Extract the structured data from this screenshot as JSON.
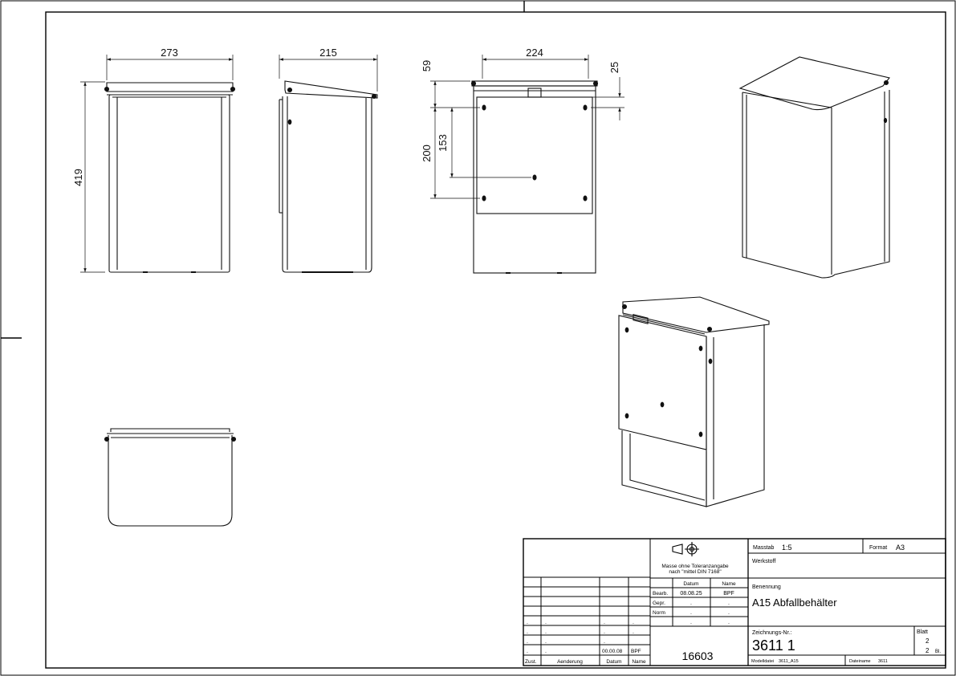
{
  "dimensions": {
    "front_width": "273",
    "height": "419",
    "side_depth": "215",
    "back_width": "224",
    "back_top": "59",
    "back_right_offset": "25",
    "back_hole_outer": "200",
    "back_hole_inner": "153"
  },
  "title_block": {
    "masstab_label": "Masstab",
    "masstab_value": "1:5",
    "format_label": "Format",
    "format_value": "A3",
    "werkstoff_label": "Werkstoff",
    "benennung_label": "Benennung",
    "benennung_value": "A15 Abfallbehälter",
    "zeichnungsnr_label": "Zeichnungs-Nr.:",
    "zeichnungsnr_value": "3611  1",
    "blatt_label": "Blatt",
    "blatt_value": "2",
    "blatt_total": "2",
    "blatt_unit": "Bl.",
    "modell_label": "Modelldatei",
    "modell_value": "3611_A15",
    "datei_label": "Dateiname",
    "datei_value": "3611",
    "tolerance_line1": "Masse ohne Toleranzangabe",
    "tolerance_line2": "nach \"mittel DIN 7168\"",
    "datum_header": "Datum",
    "name_header": "Name",
    "bearb_label": "Bearb.",
    "bearb_datum": "08.08.25",
    "bearb_name": "BPF",
    "gepr_label": "Gepr.",
    "norm_label": "Norm",
    "dot": ".",
    "rev_datum": "00.00.08",
    "rev_name": "BPF",
    "zust_label": "Zust.",
    "aenderung_label": "Aenderung",
    "datum_label": "Datum",
    "name_label": "Name",
    "drawing_number": "16603"
  }
}
